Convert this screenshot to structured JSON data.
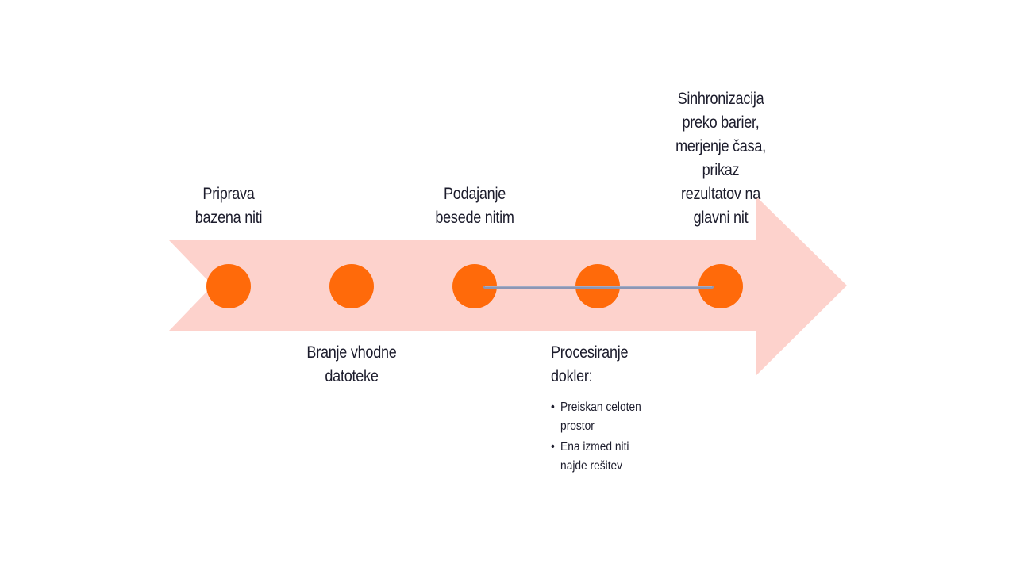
{
  "colors": {
    "arrow": "#fdd2cc",
    "dot": "#ff6a0a",
    "connector": "#8c96b4",
    "text": "#1c1c2c"
  },
  "steps": [
    {
      "lines": [
        "Priprava",
        "bazena niti"
      ]
    },
    {
      "lines": [
        "Branje vhodne",
        "datoteke"
      ]
    },
    {
      "lines": [
        "Podajanje",
        "besede nitim"
      ]
    },
    {
      "lines": [
        "Procesiranje",
        "dokler:"
      ],
      "bullets": [
        {
          "lines": [
            "Preiskan  celoten",
            "prostor"
          ]
        },
        {
          "lines": [
            "Ena izmed niti",
            "najde rešitev"
          ]
        }
      ]
    },
    {
      "lines": [
        "Sinhronizacija",
        "preko barier,",
        "merjenje časa,",
        "prikaz",
        "rezultatov na",
        "glavni nit"
      ]
    }
  ]
}
